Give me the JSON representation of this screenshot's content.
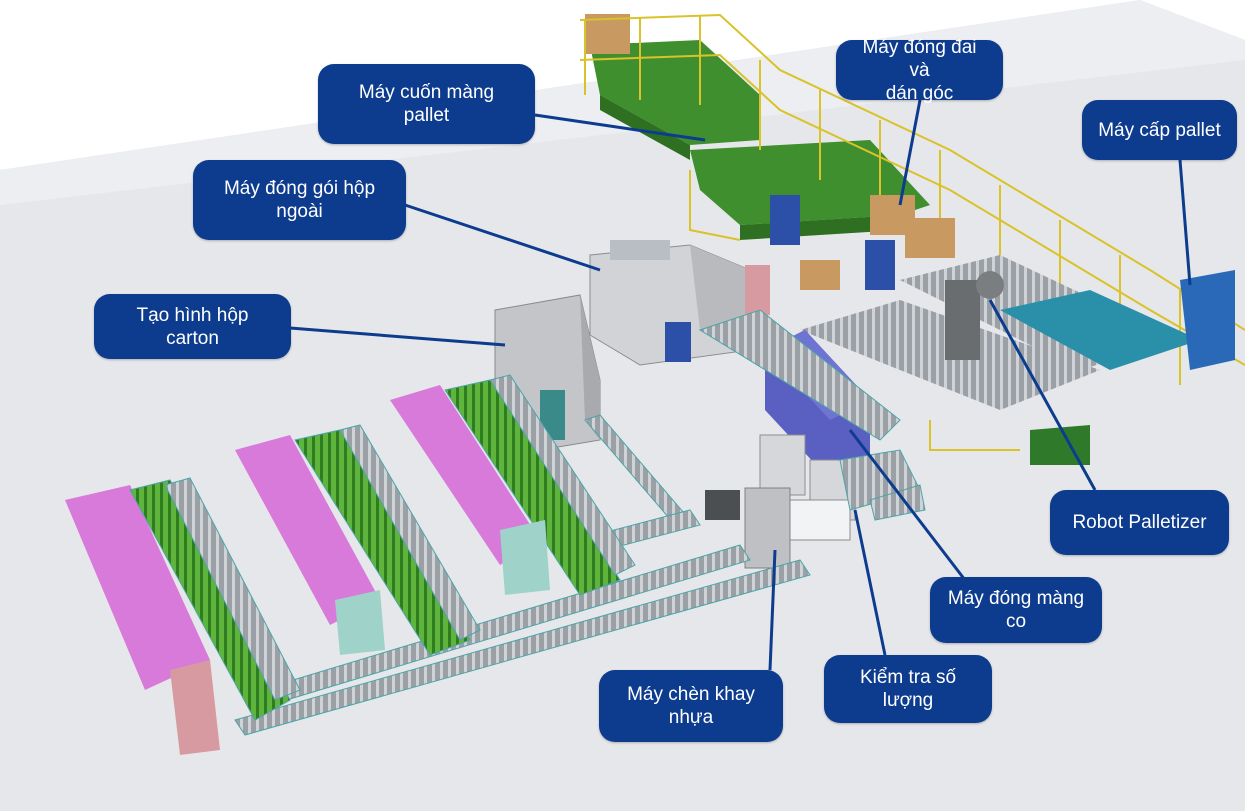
{
  "labels": {
    "stretch_wrapper": "Máy cuốn màng\npallet",
    "strapping_corner": "Máy đóng đai và\ndán góc",
    "pallet_dispenser": "Máy cấp pallet",
    "outer_case_packer": "Máy đóng gói hộp\nngoài",
    "carton_erector": "Tạo hình hộp carton",
    "robot_palletizer": "Robot Palletizer",
    "shrink_wrapper": "Máy đóng màng\nco",
    "count_check": "Kiểm tra số\nlượng",
    "tray_inserter": "Máy chèn khay\nnhựa"
  },
  "colors": {
    "label_bg": "#0d3c8f",
    "label_text": "#ffffff",
    "floor": "#e6e7ea",
    "magenta_blocks": "#d77ad9",
    "green_platform": "#3f8f2e",
    "conveyor_frame": "#4aa5a8",
    "yellow_fence": "#e2c92e",
    "machine_grey": "#c9cacd",
    "shrink_tunnel": "#5a5fc2"
  }
}
